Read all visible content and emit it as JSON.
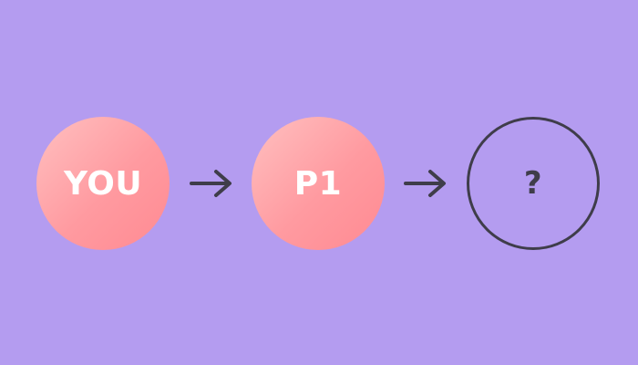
{
  "diagram": {
    "nodes": [
      {
        "label": "YOU",
        "style": "filled"
      },
      {
        "label": "P1",
        "style": "filled"
      },
      {
        "label": "?",
        "style": "outline"
      }
    ],
    "arrows": [
      {
        "from": 0,
        "to": 1
      },
      {
        "from": 1,
        "to": 2
      }
    ]
  },
  "colors": {
    "background": "#b49cf0",
    "node_fill_start": "#ffc0c0",
    "node_fill_end": "#ff8a92",
    "stroke": "#3f3d4a",
    "node_text": "#ffffff"
  }
}
